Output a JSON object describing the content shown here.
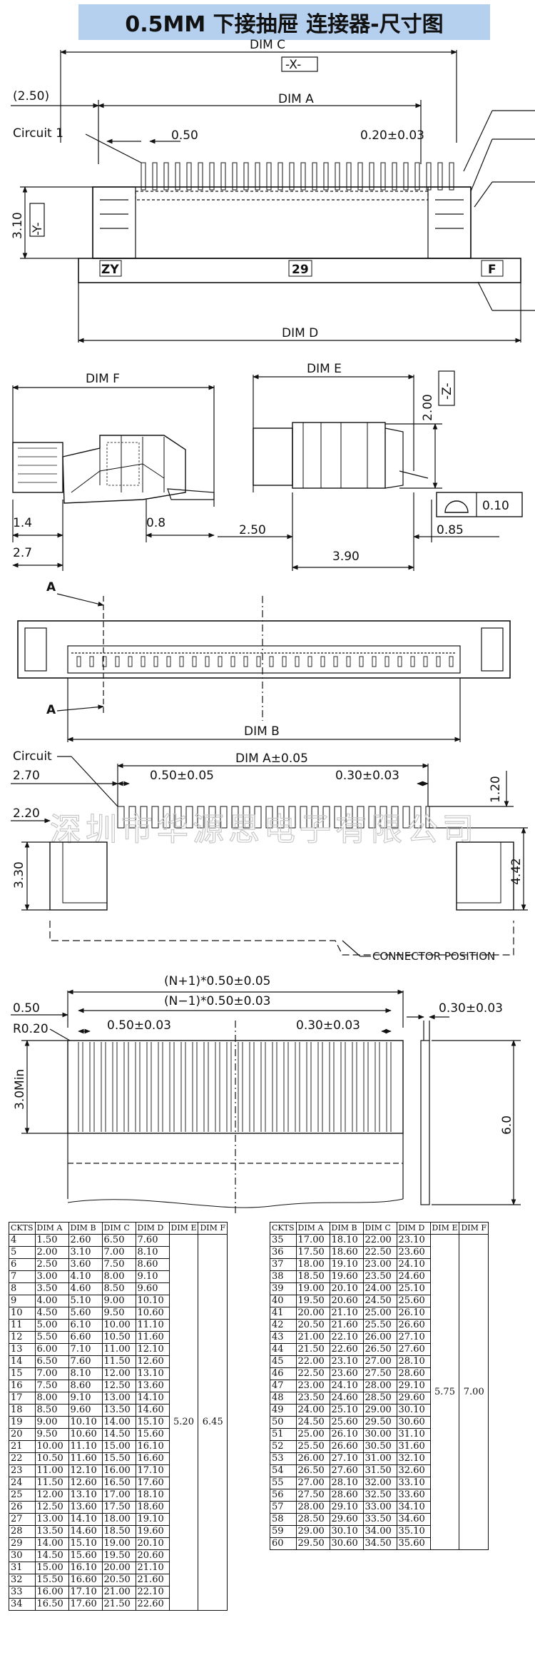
{
  "title": "0.5MM 下接抽屉 连接器-尺寸图",
  "watermark": "深圳市华源思电子有限公司",
  "view1": {
    "dim_c": "DIM C",
    "x_datum": "-X-",
    "dim_a": "DIM A",
    "offset": "(2.50)",
    "circuit": "Circuit 1",
    "pitch": "0.50",
    "pitch_tol": "0.20±0.03",
    "height": "3.10",
    "y_datum": "-Y-",
    "mark_left": "ZY",
    "mark_mid": "29",
    "mark_right": "F",
    "dim_d": "DIM D"
  },
  "view2": {
    "dim_f": "DIM F",
    "dim_e": "DIM E",
    "d_1_4": "1.4",
    "d_0_8": "0.8",
    "d_2_7": "2.7",
    "d_2_00": "2.00",
    "z_datum": "-Z-",
    "flat_tol": "0.10",
    "d_2_50": "2.50",
    "d_0_85": "0.85",
    "d_3_90": "3.90"
  },
  "view3": {
    "sec_a1": "A",
    "sec_a2": "A",
    "dim_b": "DIM B"
  },
  "view4": {
    "circuit": "Circuit",
    "dim_a_tol": "DIM A±0.05",
    "d_2_70": "2.70",
    "pitch": "0.50±0.05",
    "width": "0.30±0.03",
    "d_1_20": "1.20",
    "d_2_20": "2.20",
    "d_3_30": "3.30",
    "d_4_42": "4.42",
    "connector_position": "CONNECTOR POSITION"
  },
  "view5": {
    "n_plus": "(N+1)*0.50±0.05",
    "n_minus": "(N−1)*0.50±0.03",
    "d_0_50": "0.50",
    "r_0_20": "R0.20",
    "pitch": "0.50±0.03",
    "width": "0.30±0.03",
    "width_side": "0.30±0.03",
    "min_len": "3.0Min",
    "d_6_0": "6.0"
  },
  "table_headers": [
    "CKTS",
    "DIM A",
    "DIM B",
    "DIM C",
    "DIM D",
    "DIM E",
    "DIM F"
  ],
  "table_left": {
    "rows": [
      [
        "4",
        "1.50",
        "2.60",
        "6.50",
        "7.60"
      ],
      [
        "5",
        "2.00",
        "3.10",
        "7.00",
        "8.10"
      ],
      [
        "6",
        "2.50",
        "3.60",
        "7.50",
        "8.60"
      ],
      [
        "7",
        "3.00",
        "4.10",
        "8.00",
        "9.10"
      ],
      [
        "8",
        "3.50",
        "4.60",
        "8.50",
        "9.60"
      ],
      [
        "9",
        "4.00",
        "5.10",
        "9.00",
        "10.10"
      ],
      [
        "10",
        "4.50",
        "5.60",
        "9.50",
        "10.60"
      ],
      [
        "11",
        "5.00",
        "6.10",
        "10.00",
        "11.10"
      ],
      [
        "12",
        "5.50",
        "6.60",
        "10.50",
        "11.60"
      ],
      [
        "13",
        "6.00",
        "7.10",
        "11.00",
        "12.10"
      ],
      [
        "14",
        "6.50",
        "7.60",
        "11.50",
        "12.60"
      ],
      [
        "15",
        "7.00",
        "8.10",
        "12.00",
        "13.10"
      ],
      [
        "16",
        "7.50",
        "8.60",
        "12.50",
        "13.60"
      ],
      [
        "17",
        "8.00",
        "9.10",
        "13.00",
        "14.10"
      ],
      [
        "18",
        "8.50",
        "9.60",
        "13.50",
        "14.60"
      ],
      [
        "19",
        "9.00",
        "10.10",
        "14.00",
        "15.10"
      ],
      [
        "20",
        "9.50",
        "10.60",
        "14.50",
        "15.60"
      ],
      [
        "21",
        "10.00",
        "11.10",
        "15.00",
        "16.10"
      ],
      [
        "22",
        "10.50",
        "11.60",
        "15.50",
        "16.60"
      ],
      [
        "23",
        "11.00",
        "12.10",
        "16.00",
        "17.10"
      ],
      [
        "24",
        "11.50",
        "12.60",
        "16.50",
        "17.60"
      ],
      [
        "25",
        "12.00",
        "13.10",
        "17.00",
        "18.10"
      ],
      [
        "26",
        "12.50",
        "13.60",
        "17.50",
        "18.60"
      ],
      [
        "27",
        "13.00",
        "14.10",
        "18.00",
        "19.10"
      ],
      [
        "28",
        "13.50",
        "14.60",
        "18.50",
        "19.60"
      ],
      [
        "29",
        "14.00",
        "15.10",
        "19.00",
        "20.10"
      ],
      [
        "30",
        "14.50",
        "15.60",
        "19.50",
        "20.60"
      ],
      [
        "31",
        "15.00",
        "16.10",
        "20.00",
        "21.10"
      ],
      [
        "32",
        "15.50",
        "16.60",
        "20.50",
        "21.60"
      ],
      [
        "33",
        "16.00",
        "17.10",
        "21.00",
        "22.10"
      ],
      [
        "34",
        "16.50",
        "17.60",
        "21.50",
        "22.60"
      ]
    ],
    "dim_e": "5.20",
    "dim_f": "6.45"
  },
  "table_right": {
    "rows": [
      [
        "35",
        "17.00",
        "18.10",
        "22.00",
        "23.10"
      ],
      [
        "36",
        "17.50",
        "18.60",
        "22.50",
        "23.60"
      ],
      [
        "37",
        "18.00",
        "19.10",
        "23.00",
        "24.10"
      ],
      [
        "38",
        "18.50",
        "19.60",
        "23.50",
        "24.60"
      ],
      [
        "39",
        "19.00",
        "20.10",
        "24.00",
        "25.10"
      ],
      [
        "40",
        "19.50",
        "20.60",
        "24.50",
        "25.60"
      ],
      [
        "41",
        "20.00",
        "21.10",
        "25.00",
        "26.10"
      ],
      [
        "42",
        "20.50",
        "21.60",
        "25.50",
        "26.60"
      ],
      [
        "43",
        "21.00",
        "22.10",
        "26.00",
        "27.10"
      ],
      [
        "44",
        "21.50",
        "22.60",
        "26.50",
        "27.60"
      ],
      [
        "45",
        "22.00",
        "23.10",
        "27.00",
        "28.10"
      ],
      [
        "46",
        "22.50",
        "23.60",
        "27.50",
        "28.60"
      ],
      [
        "47",
        "23.00",
        "24.10",
        "28.00",
        "29.10"
      ],
      [
        "48",
        "23.50",
        "24.60",
        "28.50",
        "29.60"
      ],
      [
        "49",
        "24.00",
        "25.10",
        "29.00",
        "30.10"
      ],
      [
        "50",
        "24.50",
        "25.60",
        "29.50",
        "30.60"
      ],
      [
        "51",
        "25.00",
        "26.10",
        "30.00",
        "31.10"
      ],
      [
        "52",
        "25.50",
        "26.60",
        "30.50",
        "31.60"
      ],
      [
        "53",
        "26.00",
        "27.10",
        "31.00",
        "32.10"
      ],
      [
        "54",
        "26.50",
        "27.60",
        "31.50",
        "32.60"
      ],
      [
        "55",
        "27.00",
        "28.10",
        "32.00",
        "33.10"
      ],
      [
        "56",
        "27.50",
        "28.60",
        "32.50",
        "33.60"
      ],
      [
        "57",
        "28.00",
        "29.10",
        "33.00",
        "34.10"
      ],
      [
        "58",
        "28.50",
        "29.60",
        "33.50",
        "34.60"
      ],
      [
        "59",
        "29.00",
        "30.10",
        "34.00",
        "35.10"
      ],
      [
        "60",
        "29.50",
        "30.60",
        "34.50",
        "35.60"
      ]
    ],
    "dim_e": "5.75",
    "dim_f": "7.00"
  }
}
